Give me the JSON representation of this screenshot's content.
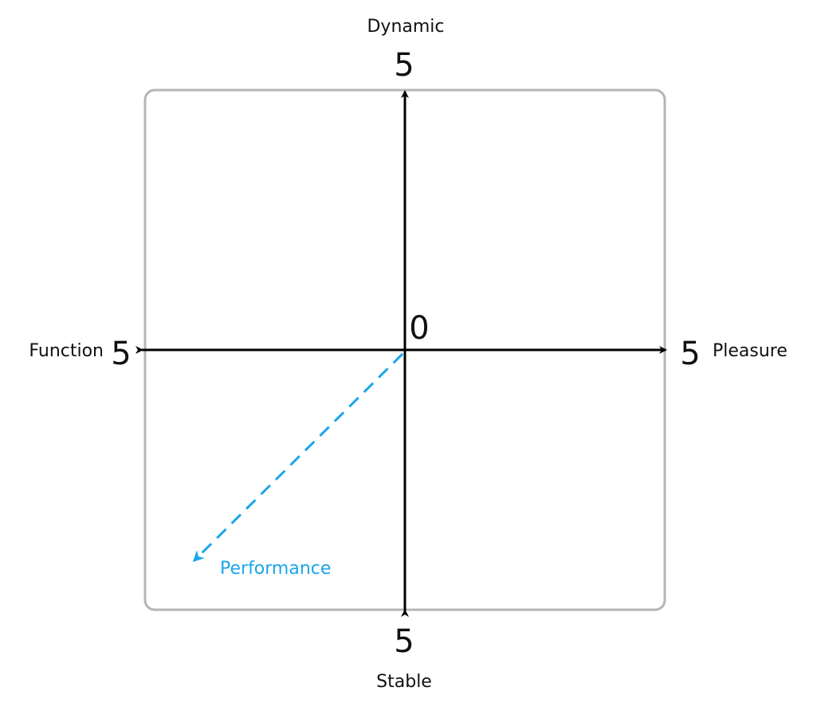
{
  "diagram": {
    "axes": {
      "top": {
        "label": "Dynamic",
        "value": "5"
      },
      "bottom": {
        "label": "Stable",
        "value": "5"
      },
      "left": {
        "label": "Function",
        "value": "5"
      },
      "right": {
        "label": "Pleasure",
        "value": "5"
      },
      "origin": "0"
    },
    "vector": {
      "label": "Performance",
      "color": "#1aa6ea"
    },
    "colors": {
      "frame": "#b5b5b5",
      "axis": "#000000"
    }
  }
}
